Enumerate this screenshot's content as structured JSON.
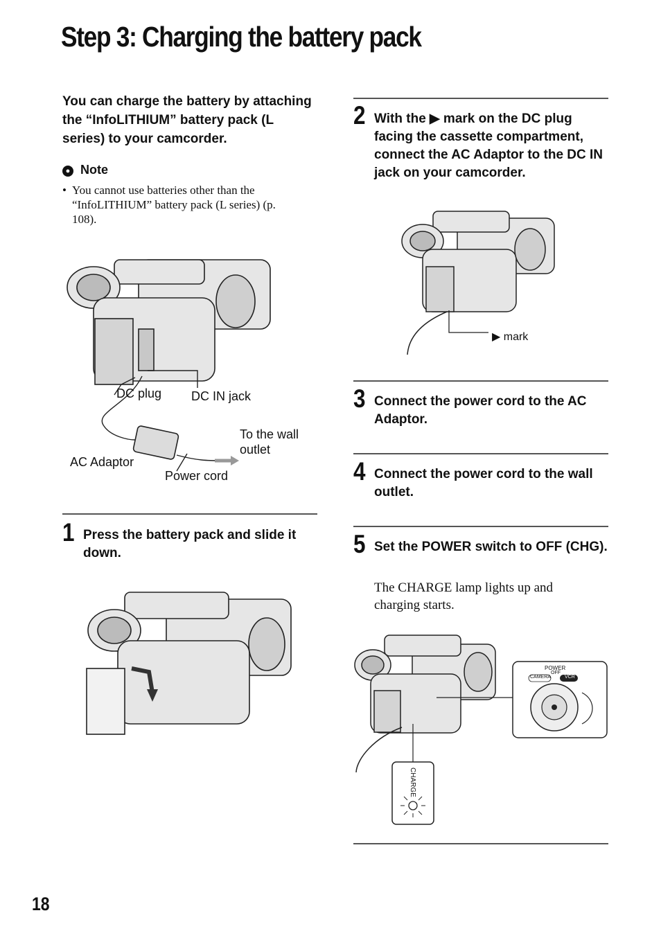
{
  "page": {
    "title": "Step 3: Charging the battery pack",
    "page_number": "18"
  },
  "intro": "You can charge the battery by attaching the “InfoLITHIUM” battery pack (L series) to your camcorder.",
  "note": {
    "heading": "Note",
    "bullet": "•",
    "text": "You cannot use batteries other than the “InfoLITHIUM” battery pack (L series) (p. 108)."
  },
  "diagram_main": {
    "labels": {
      "dc_plug": "DC plug",
      "dc_in_jack": "DC IN jack",
      "wall_outlet_line1": "To the wall",
      "wall_outlet_line2": "outlet",
      "ac_adaptor": "AC Adaptor",
      "power_cord": "Power cord"
    }
  },
  "diagram_step2": {
    "mark_label": "▶ mark"
  },
  "diagram_step5": {
    "power_label": "POWER",
    "camera_label": "CAMERA",
    "off_label": "OFF",
    "vcr_label": "VCR",
    "charge_label": "CHARGE"
  },
  "steps": [
    {
      "number": "1",
      "text": "Press the battery pack and slide it down."
    },
    {
      "number": "2",
      "text": "With the ▶ mark on the DC plug facing the cassette compartment, connect the AC Adaptor to the DC IN jack on your camcorder."
    },
    {
      "number": "3",
      "text": "Connect the power cord to the AC Adaptor."
    },
    {
      "number": "4",
      "text": "Connect the power cord to the wall outlet."
    },
    {
      "number": "5",
      "text": "Set the POWER switch to OFF (CHG).",
      "body": "The CHARGE lamp lights up and charging starts."
    }
  ]
}
